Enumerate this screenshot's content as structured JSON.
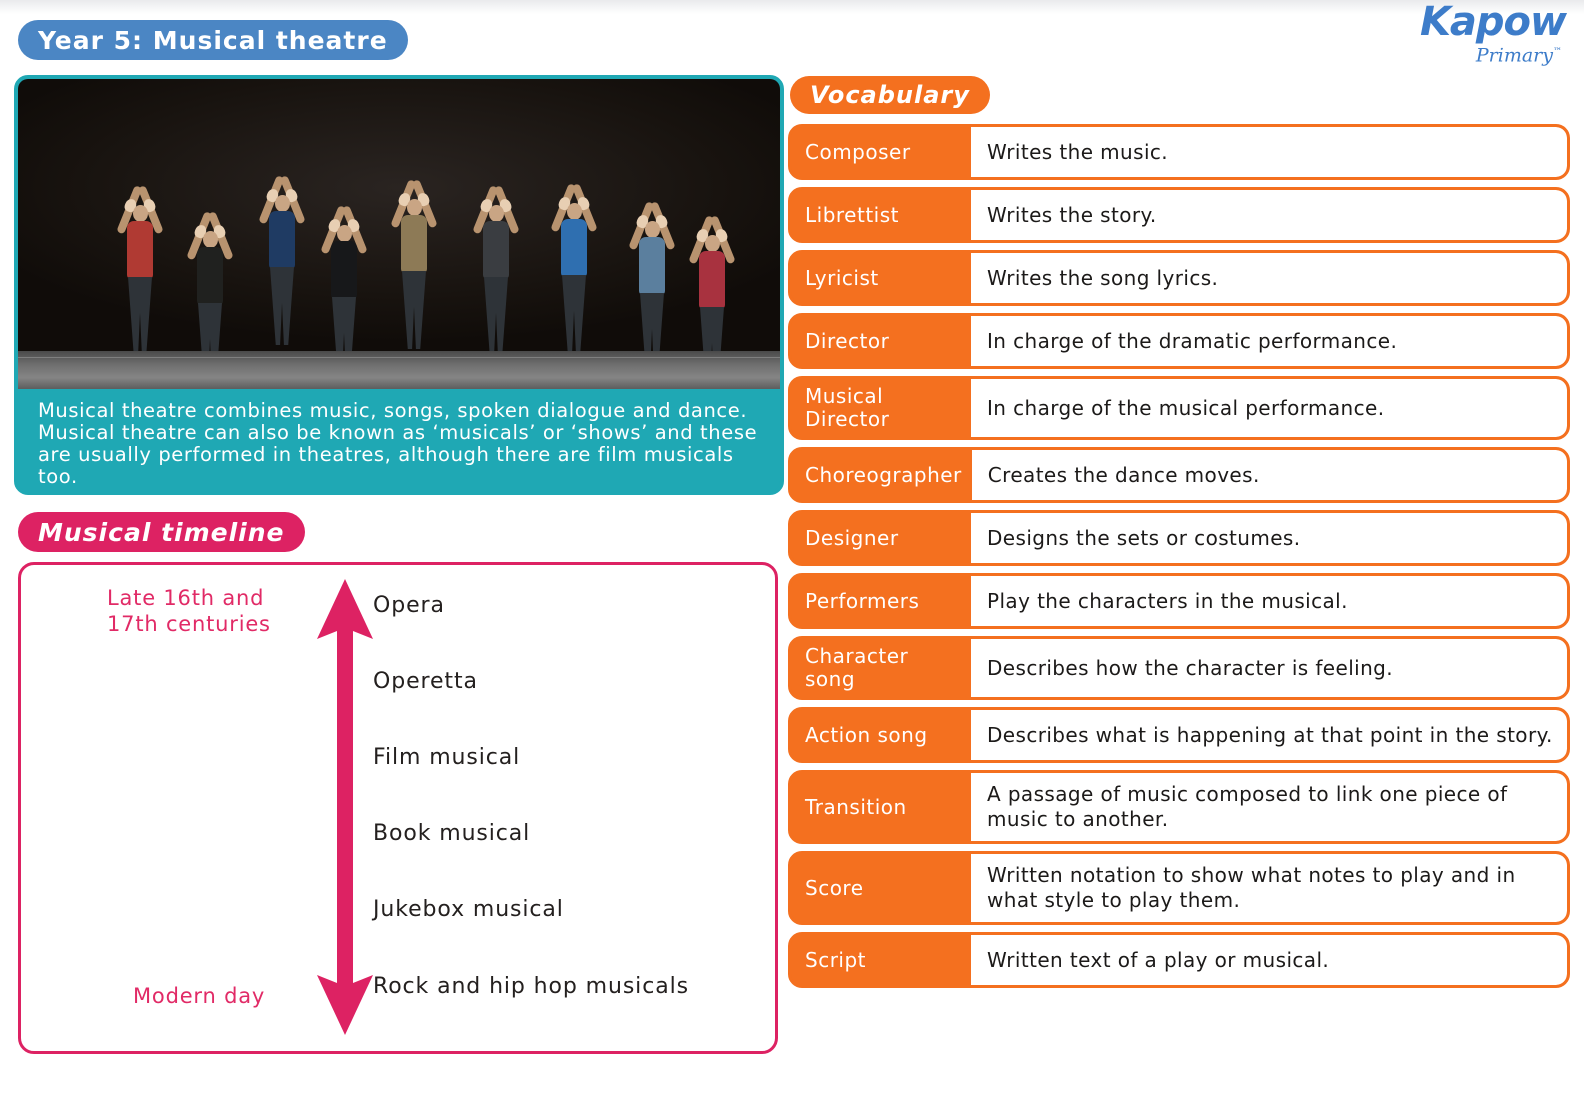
{
  "brand": {
    "logo_main": "Kapow",
    "logo_sub": "Primary",
    "logo_tm": "™",
    "colors": {
      "blue": "#4b86c4",
      "teal": "#1fa8b4",
      "pink": "#dd2263",
      "orange": "#f4701f",
      "logo_blue": "#3d7cc9"
    }
  },
  "header": {
    "title": "Year 5: Musical theatre"
  },
  "photo": {
    "alt": "Performers jumping with arms raised on a dark stage",
    "caption": "Musical theatre combines music, songs, spoken dialogue and dance. Musical theatre can also be known as ‘musicals’ or ‘shows’ and these are usually performed in theatres, although there are film musicals too."
  },
  "timeline": {
    "heading": "Musical timeline",
    "era_top": "Late 16th and 17th centuries",
    "era_bottom": "Modern day",
    "items": [
      "Opera",
      "Operetta",
      "Film musical",
      "Book musical",
      "Jukebox musical",
      "Rock and hip hop musicals"
    ]
  },
  "vocabulary": {
    "heading": "Vocabulary",
    "rows": [
      {
        "term": "Composer",
        "definition": "Writes the music."
      },
      {
        "term": "Librettist",
        "definition": "Writes the story."
      },
      {
        "term": "Lyricist",
        "definition": "Writes the song lyrics."
      },
      {
        "term": "Director",
        "definition": "In charge of the dramatic performance."
      },
      {
        "term": "Musical Director",
        "definition": "In charge of the musical performance."
      },
      {
        "term": "Choreographer",
        "definition": "Creates the dance moves."
      },
      {
        "term": "Designer",
        "definition": "Designs the sets or costumes."
      },
      {
        "term": "Performers",
        "definition": "Play the characters in the musical."
      },
      {
        "term": "Character song",
        "definition": "Describes how the character is feeling."
      },
      {
        "term": "Action song",
        "definition": "Describes what is happening at that point in the story."
      },
      {
        "term": "Transition",
        "definition": "A passage of music composed to link one piece of music to another."
      },
      {
        "term": "Score",
        "definition": "Written notation to show what notes to play and in what style to play them."
      },
      {
        "term": "Script",
        "definition": "Written text of a play or musical."
      }
    ]
  }
}
